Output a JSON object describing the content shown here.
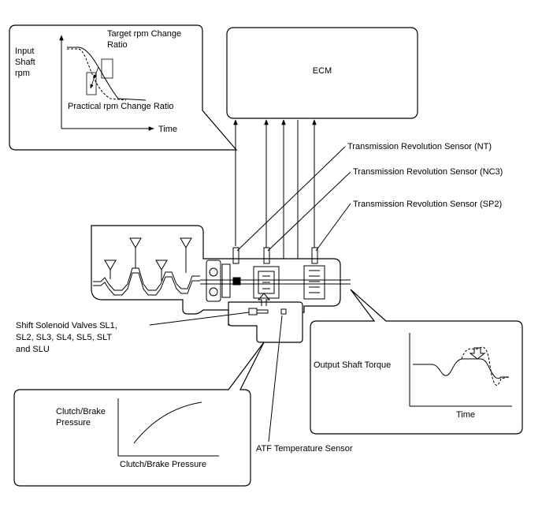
{
  "ecm": {
    "label": "ECM"
  },
  "sensors": {
    "nt": "Transmission Revolution Sensor (NT)",
    "nc3": "Transmission Revolution Sensor (NC3)",
    "sp2": "Transmission Revolution Sensor (SP2)",
    "atf": "ATF Temperature Sensor"
  },
  "solenoids": {
    "line1": "Shift Solenoid Valves SL1,",
    "line2": "SL2, SL3, SL4, SL5, SLT",
    "line3": "and SLU"
  },
  "rpm_graph": {
    "ylabel_line1": "Input",
    "ylabel_line2": "Shaft",
    "ylabel_line3": "rpm",
    "target_line1": "Target rpm Change",
    "target_line2": "Ratio",
    "practical": "Practical rpm Change Ratio",
    "xlabel": "Time"
  },
  "torque_graph": {
    "ylabel": "Output Shaft Torque",
    "xlabel": "Time"
  },
  "pressure_graph": {
    "ylabel_line1": "Clutch/Brake",
    "ylabel_line2": "Pressure",
    "xlabel": "Clutch/Brake Pressure"
  }
}
